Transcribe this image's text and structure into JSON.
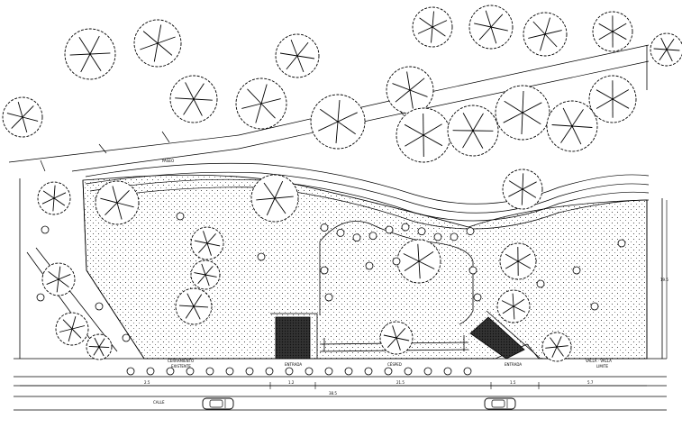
{
  "labels": {
    "paseo": "PASEO",
    "cerramiento": "CERRAMIENTO",
    "existente": "EXISTENTE",
    "entrada_left": "ENTRADA",
    "entrada_right": "ENTRADA",
    "cesped": "CÉSPED",
    "valla": "VALLA · VALLA",
    "calle": "CALLE",
    "limite": "LIMITE"
  },
  "dimensions": {
    "d1": "2.5",
    "d2": "1.2",
    "d3": "21.5",
    "d4": "1.5",
    "d5": "5.7",
    "total": "38.5",
    "height": "19.5"
  }
}
